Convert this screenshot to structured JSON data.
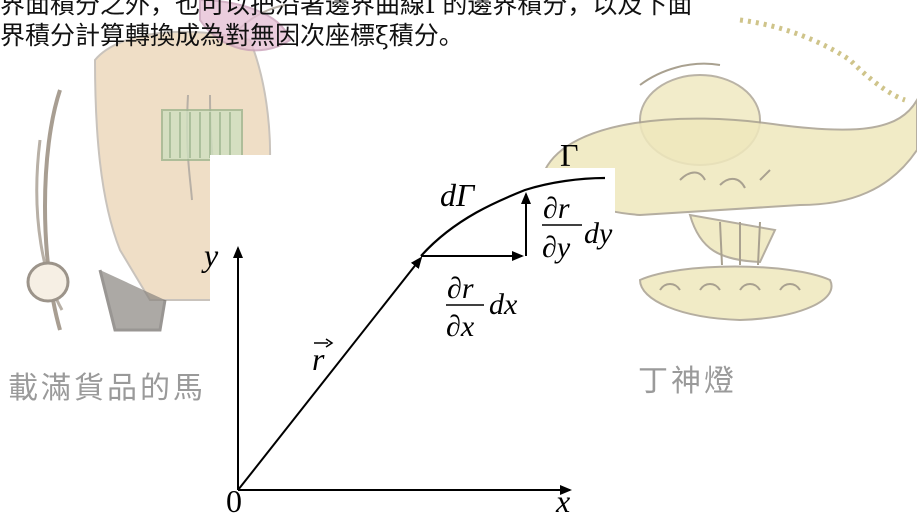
{
  "header": {
    "line1": "界面積分之外，也可以把沿著邊界曲線Γ的邊界積分，以及下面",
    "line2": "界積分計算轉換成為對無因次座標ξ積分。"
  },
  "background": {
    "caption_left": "載滿貨品的馬",
    "caption_right": "丁神燈"
  },
  "diagram": {
    "label_gamma": "Γ",
    "label_dgamma": "dΓ",
    "label_y": "y",
    "label_x": "x",
    "label_origin": "0",
    "label_r": "r",
    "dx_num": "∂r",
    "dx_den": "∂x",
    "dx_suffix": "dx",
    "dy_num": "∂r",
    "dy_den": "∂y",
    "dy_suffix": "dy"
  },
  "colors": {
    "ink": "#000000",
    "sketch_lines": "#b8b0a6",
    "sketch_tan": "#ead3b4",
    "sketch_green": "#cfe0c0",
    "sketch_pink": "#e7c1d6",
    "lamp_yellow": "#efe8bd"
  }
}
